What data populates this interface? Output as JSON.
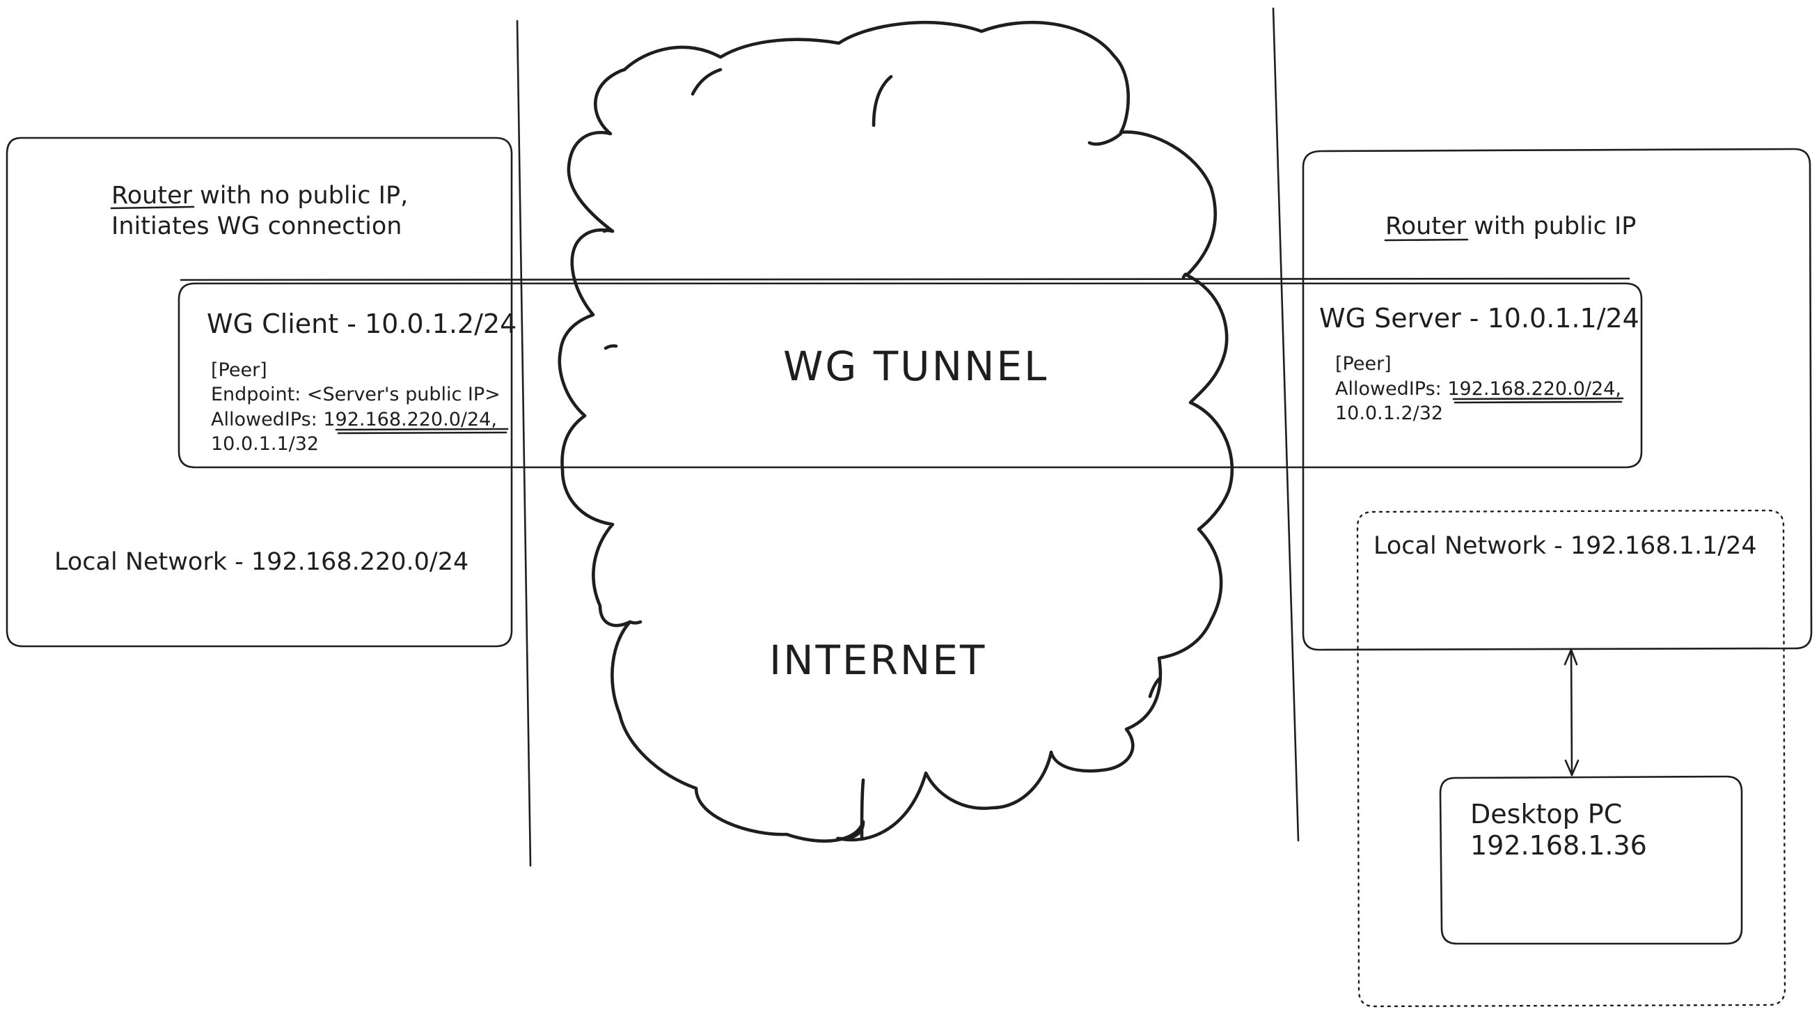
{
  "left_router": {
    "title_word": "Router",
    "title_line1_rest": " with no public IP,",
    "title_line2": "Initiates WG connection",
    "local_network": "Local Network - 192.168.220.0/24"
  },
  "wg_client": {
    "heading": "WG Client - 10.0.1.2/24",
    "peer": "[Peer]",
    "endpoint": "Endpoint: <Server's public IP>",
    "allowed_prefix": "AllowedIPs: ",
    "allowed_subnet": "192.168.220.0/24",
    "allowed_comma": ",",
    "allowed_line2": "10.0.1.1/32"
  },
  "internet_cloud": {
    "tunnel_label": "WG TUNNEL",
    "internet_label": "INTERNET"
  },
  "right_router": {
    "title_word": "Router",
    "title_rest": " with public IP"
  },
  "wg_server": {
    "heading": "WG Server - 10.0.1.1/24",
    "peer": "[Peer]",
    "allowed_prefix": "AllowedIPs: ",
    "allowed_subnet": "192.168.220.0/24",
    "allowed_comma": ",",
    "allowed_line2": "10.0.1.2/32"
  },
  "right_local_network": {
    "label": "Local Network - 192.168.1.1/24"
  },
  "desktop_pc": {
    "name": "Desktop PC",
    "ip": "192.168.1.36"
  }
}
